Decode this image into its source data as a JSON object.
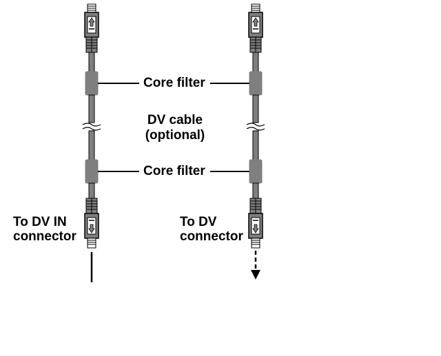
{
  "diagram": {
    "core_filter_top_label": "Core filter",
    "core_filter_bottom_label": "Core filter",
    "cable_label_line1": "DV cable",
    "cable_label_line2": "(optional)",
    "left_connector_line1": "To DV IN",
    "left_connector_line2": "connector",
    "right_connector_line1": "To DV",
    "right_connector_line2": "connector"
  },
  "colors": {
    "cable_gray": "#7f7f7f",
    "outline": "#000000",
    "background": "#ffffff"
  },
  "icons": {
    "plug_top": "arrow-up-icon",
    "plug_bottom": "arrow-down-icon",
    "right_lead": "dashed-arrow-down-icon"
  }
}
